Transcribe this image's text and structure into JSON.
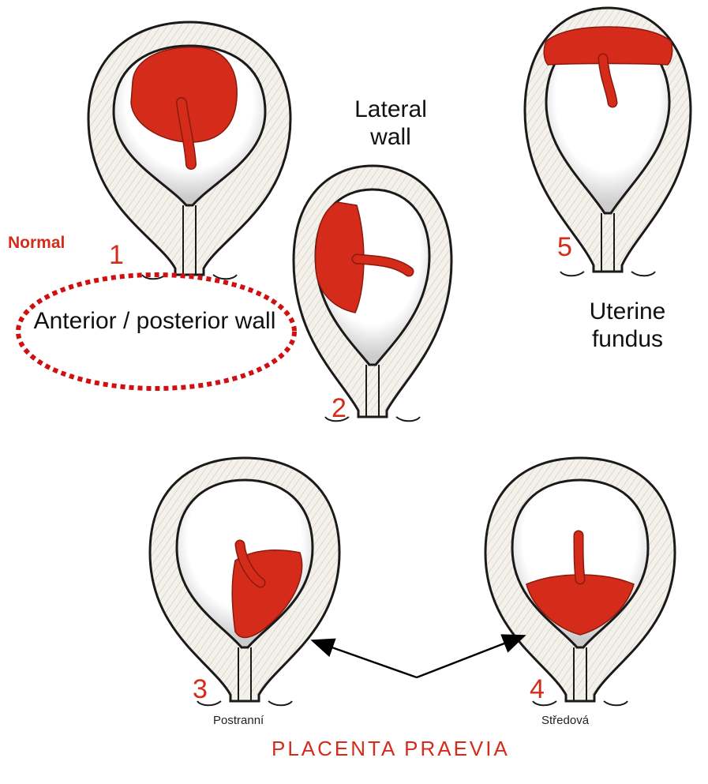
{
  "labels": {
    "normal": "Normal",
    "anterior_posterior": "Anterior / posterior wall",
    "lateral": "Lateral wall",
    "fundus": "Uterine fundus",
    "placenta_praevia": "PLACENTA PRAEVIA",
    "postranni": "Postranní",
    "stredova": "Středová"
  },
  "figures": [
    {
      "number": "1"
    },
    {
      "number": "2"
    },
    {
      "number": "3"
    },
    {
      "number": "4"
    },
    {
      "number": "5"
    }
  ],
  "colors": {
    "placenta": "#d42b1a",
    "wall": "#f4f1ea",
    "outline": "#1a1a1a",
    "ellipse": "#d01010",
    "arrow": "#000000",
    "text": "#111111"
  }
}
